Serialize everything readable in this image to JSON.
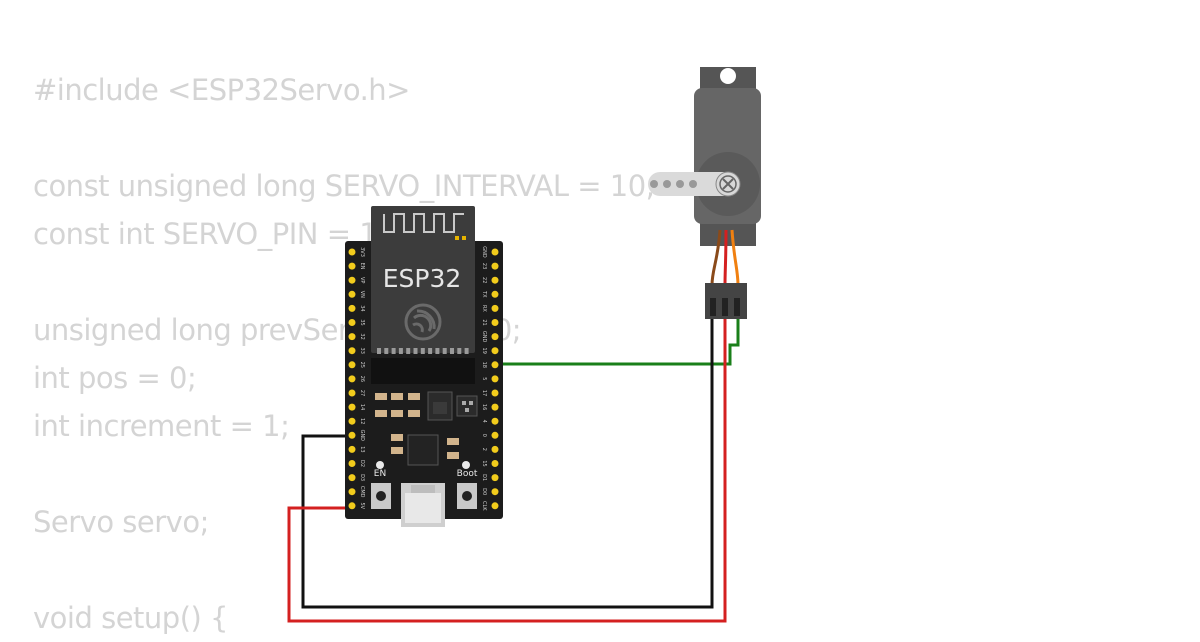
{
  "code_lines": [
    "#include <ESP32Servo.h>",
    "",
    "const unsigned long SERVO_INTERVAL = 10;",
    "const int SERVO_PIN = 18;",
    "",
    "unsigned long prevServoMillis = 0;",
    "int pos = 0;",
    "int increment = 1;",
    "",
    "Servo servo;",
    "",
    "void setup() {"
  ],
  "board": {
    "label": "ESP32",
    "en_label": "EN",
    "boot_label": "Boot",
    "pins_left": [
      "3V3",
      "EN",
      "VP",
      "VN",
      "34",
      "35",
      "32",
      "33",
      "25",
      "26",
      "27",
      "14",
      "12",
      "GND",
      "13",
      "D2",
      "D3",
      "CMD",
      "5V"
    ],
    "pins_right": [
      "GND",
      "23",
      "22",
      "TX",
      "RX",
      "21",
      "GND",
      "19",
      "18",
      "5",
      "17",
      "16",
      "4",
      "0",
      "2",
      "15",
      "D1",
      "D0",
      "CLK"
    ]
  },
  "wires": {
    "signal_color": "#1a7f1a",
    "ground_color": "#111111",
    "power_color": "#d42020"
  },
  "colors": {
    "board": "#1c1c1c",
    "module": "#3c3c3c",
    "pin": "#f2cc1c",
    "servo_body": "#666666",
    "code_text": "#d4d4d4"
  }
}
